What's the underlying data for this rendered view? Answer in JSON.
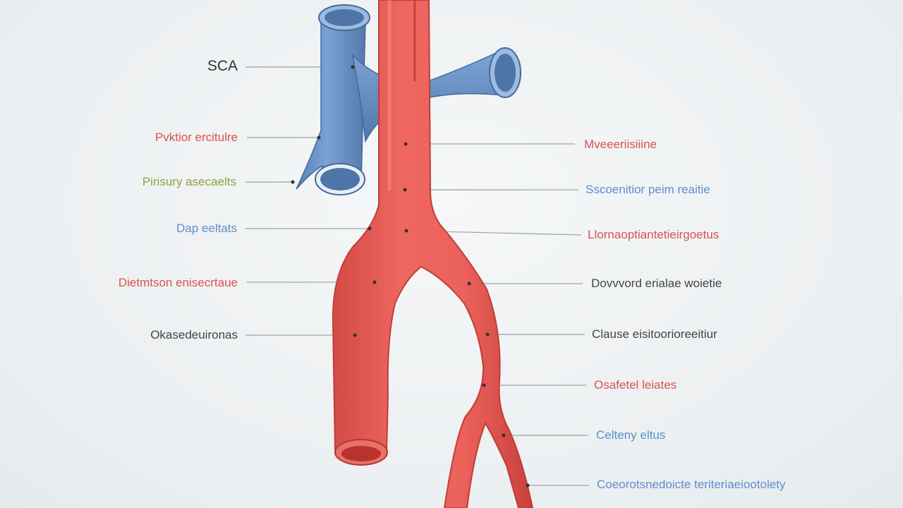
{
  "colors": {
    "artery": "#e55a55",
    "artery_dark": "#c8403d",
    "artery_light": "#f08a80",
    "vein": "#6a93c8",
    "vein_dark": "#46699a",
    "vein_light": "#9bbbe0",
    "leader": "#9aa3a8",
    "dot": "#333333",
    "text_dark": "#333333",
    "text_red": "#d8524e",
    "text_blue": "#5b8fcc",
    "text_green": "#8fa33b"
  },
  "labels_left": [
    {
      "id": "sca",
      "text": "SCA",
      "color": "#333333"
    },
    {
      "id": "l1",
      "text": "Pvktior ercitulre",
      "color": "#d8524e"
    },
    {
      "id": "l2",
      "text": "Pirisury asecaelts",
      "color": "#8fa33b"
    },
    {
      "id": "l3",
      "text": "Dap eeltats",
      "color": "#5b8fcc"
    },
    {
      "id": "l4",
      "text": "Dietmtson enisecrtaue",
      "color": "#d8524e"
    },
    {
      "id": "l5",
      "text": "Okasedeuironas",
      "color": "#444444"
    }
  ],
  "labels_right": [
    {
      "id": "r1",
      "text": "Mveeeriisiiine",
      "color": "#d8524e"
    },
    {
      "id": "r2",
      "text": "Sscoenitior peim reaitie",
      "color": "#5b8fcc"
    },
    {
      "id": "r3",
      "text": "Llornaoptiantetieirgoetus",
      "color": "#d8524e"
    },
    {
      "id": "r4",
      "text": "Dovvvord erialae woietie",
      "color": "#444444"
    },
    {
      "id": "r5",
      "text": "Clause eisitoorioreeitiur",
      "color": "#444444"
    },
    {
      "id": "r6",
      "text": "Osafetel leiates",
      "color": "#d8524e"
    },
    {
      "id": "r7",
      "text": "Celteny eltus",
      "color": "#5b8fcc"
    },
    {
      "id": "r8",
      "text": "Coeorotsnedoicte teriteriaeiootolety",
      "color": "#5b8fcc"
    }
  ]
}
